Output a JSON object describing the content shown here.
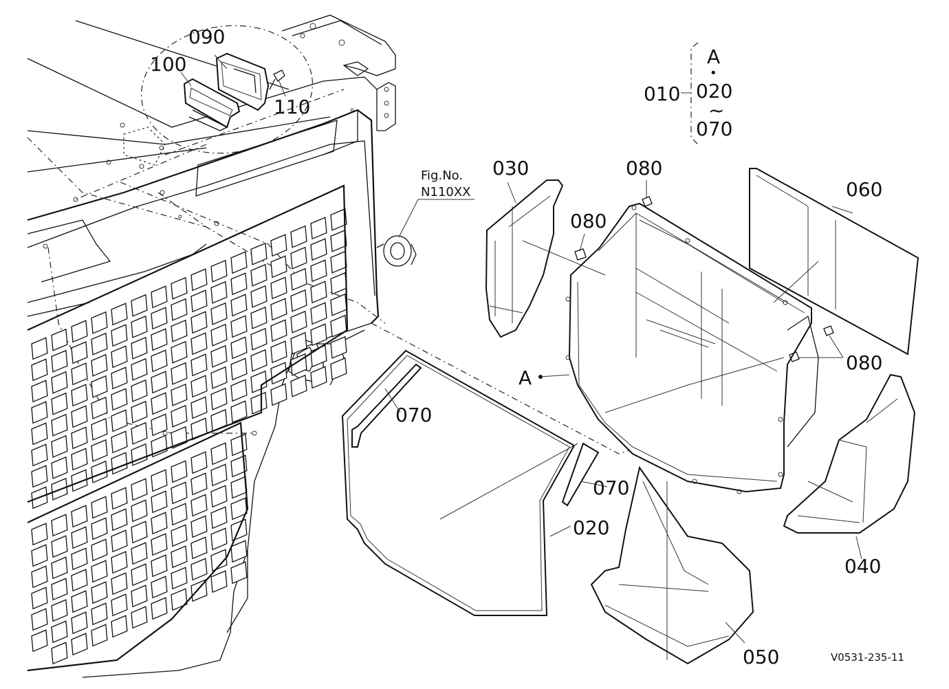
{
  "labels": {
    "p090": "090",
    "p100": "100",
    "p110": "110",
    "p030": "030",
    "p080a": "080",
    "p080b": "080",
    "p080c": "080",
    "p060": "060",
    "p070a": "070",
    "p070b": "070",
    "p020": "020",
    "p040": "040",
    "p050": "050",
    "assembly_A": "A",
    "group_010": "010",
    "group_A": "A",
    "group_dot": "•",
    "group_020": "020",
    "group_tilde": "~",
    "group_070": "070",
    "fig_ref_line1": "Fig.No.",
    "fig_ref_line2": "N110XX",
    "drawing_code": "V0531-235-11"
  }
}
